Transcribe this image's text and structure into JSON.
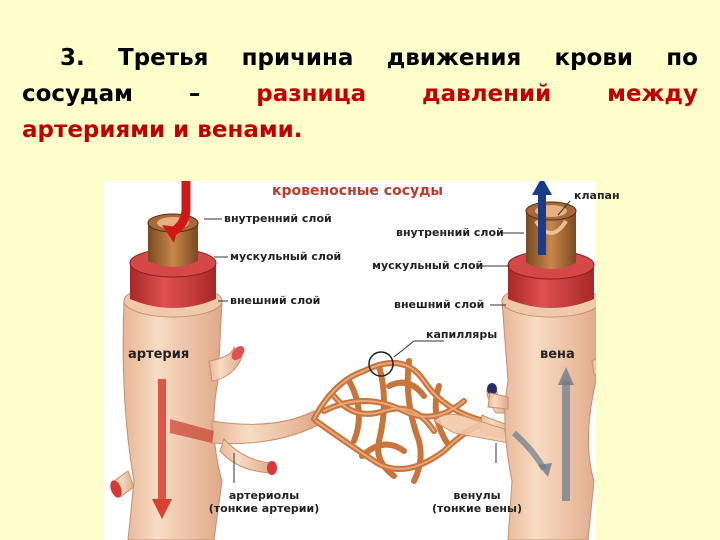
{
  "heading": {
    "line1": "3. Третья причина движения крови по",
    "line2_black": "сосудам –",
    "line2_red": "разница давлений между",
    "line3_red": "артериями и венами."
  },
  "diagram": {
    "title": "кровеносные сосуды",
    "artery_labels": {
      "inner": "внутренний слой",
      "muscle": "мускульный слой",
      "outer": "внешний слой"
    },
    "vein_labels": {
      "valve": "клапан",
      "inner": "внутренний слой",
      "muscle": "мускульный слой",
      "outer": "внешний слой"
    },
    "capillaries": "капилляры",
    "artery": "артерия",
    "vein": "вена",
    "arterioles_line1": "артериолы",
    "arterioles_line2": "(тонкие артерии)",
    "venules_line1": "венулы",
    "venules_line2": "(тонкие вены)",
    "colors": {
      "title": "#c0392b",
      "vessel": "#f2c9a8",
      "muscle": "#c83c3c",
      "capillary": "#c8743a",
      "artery_arrow": "#d01818",
      "vein_arrow": "#1a3a8a"
    }
  }
}
